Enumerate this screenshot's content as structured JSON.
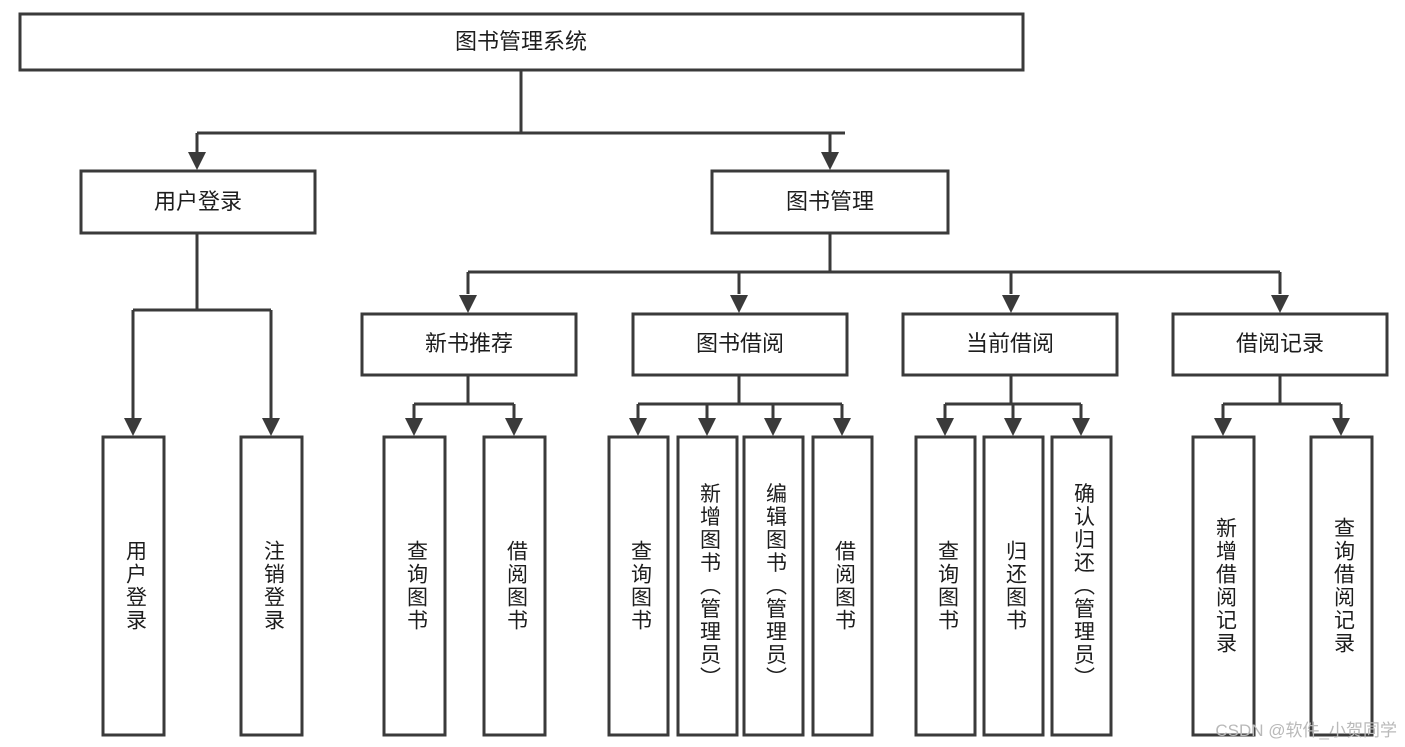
{
  "diagram": {
    "title": "图书管理系统",
    "type": "hierarchy-tree",
    "watermark": "CSDN @软件_小贺同学",
    "colors": {
      "box_stroke": "#3a3a3a",
      "box_fill": "#ffffff",
      "text": "#1d1d1d",
      "background": "#ffffff",
      "watermark": "#b9b9b9"
    },
    "levels": {
      "root": {
        "label": "图书管理系统"
      },
      "level2": [
        {
          "id": "user-login",
          "label": "用户登录"
        },
        {
          "id": "book-management",
          "label": "图书管理"
        }
      ],
      "level3": [
        {
          "id": "new-book-recommend",
          "label": "新书推荐",
          "parent": "book-management"
        },
        {
          "id": "book-borrow",
          "label": "图书借阅",
          "parent": "book-management"
        },
        {
          "id": "current-borrow",
          "label": "当前借阅",
          "parent": "book-management"
        },
        {
          "id": "borrow-record",
          "label": "借阅记录",
          "parent": "book-management"
        }
      ],
      "leaves": {
        "user-login": [
          {
            "id": "leaf-user-login",
            "label": "用户登录"
          },
          {
            "id": "leaf-logout",
            "label": "注销登录"
          }
        ],
        "new-book-recommend": [
          {
            "id": "leaf-query-book-1",
            "label": "查询图书"
          },
          {
            "id": "leaf-borrow-book-1",
            "label": "借阅图书"
          }
        ],
        "book-borrow": [
          {
            "id": "leaf-query-book-2",
            "label": "查询图书"
          },
          {
            "id": "leaf-add-book",
            "label": "新增图书（管理员）"
          },
          {
            "id": "leaf-edit-book",
            "label": "编辑图书（管理员）"
          },
          {
            "id": "leaf-borrow-book-2",
            "label": "借阅图书"
          }
        ],
        "current-borrow": [
          {
            "id": "leaf-query-book-3",
            "label": "查询图书"
          },
          {
            "id": "leaf-return-book",
            "label": "归还图书"
          },
          {
            "id": "leaf-confirm-return",
            "label": "确认归还（管理员）"
          }
        ],
        "borrow-record": [
          {
            "id": "leaf-add-record",
            "label": "新增借阅记录"
          },
          {
            "id": "leaf-query-record",
            "label": "查询借阅记录"
          }
        ]
      }
    }
  }
}
